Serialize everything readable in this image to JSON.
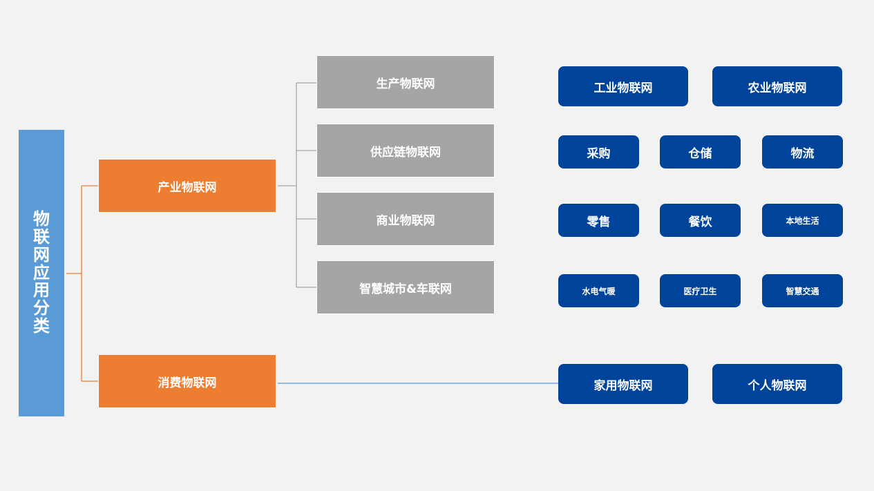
{
  "colors": {
    "background": "#f2f2f2",
    "root": "#5b9bd5",
    "level1": "#ed7d31",
    "level2": "#a5a5a5",
    "leaf": "#00439b",
    "connector_orange": "#ed7d31",
    "connector_gray": "#a5a5a5",
    "connector_blue": "#5b9bd5"
  },
  "root": {
    "label": "物联网应用分类"
  },
  "industrial": {
    "label": "产业物联网",
    "children": [
      "生产物联网",
      "供应链物联网",
      "商业物联网",
      "智慧城市&车联网"
    ]
  },
  "consumer": {
    "label": "消费物联网"
  },
  "leaves": {
    "production": [
      "工业物联网",
      "农业物联网"
    ],
    "supply_chain": [
      "采购",
      "仓储",
      "物流"
    ],
    "commerce": [
      "零售",
      "餐饮",
      "本地生活"
    ],
    "smart_city": [
      "水电气暖",
      "医疗卫生",
      "智慧交通"
    ],
    "consumer": [
      "家用物联网",
      "个人物联网"
    ]
  }
}
